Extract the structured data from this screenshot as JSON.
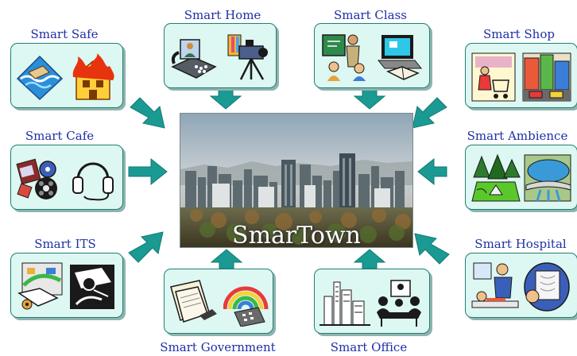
{
  "center": {
    "title": "SmarTown",
    "image": "city-skyline-photo"
  },
  "nodes": {
    "safe": {
      "label": "Smart Safe",
      "icons": [
        "flood-icon",
        "house-fire-icon"
      ]
    },
    "home": {
      "label": "Smart Home",
      "icons": [
        "video-phone-icon",
        "video-camera-icon"
      ]
    },
    "class": {
      "label": "Smart Class",
      "icons": [
        "teacher-classroom-icon",
        "laptop-book-icon"
      ]
    },
    "shop": {
      "label": "Smart Shop",
      "icons": [
        "shopper-cart-icon",
        "storefront-street-icon"
      ]
    },
    "cafe": {
      "label": "Smart Cafe",
      "icons": [
        "film-reel-icon",
        "headphones-icon"
      ]
    },
    "ambience": {
      "label": "Smart Ambience",
      "icons": [
        "forest-camp-icon",
        "dam-lake-icon"
      ]
    },
    "its": {
      "label": "Smart ITS",
      "icons": [
        "traffic-map-icon",
        "car-driver-icon"
      ]
    },
    "hospital": {
      "label": "Smart Hospital",
      "icons": [
        "doctor-patient-icon",
        "xray-doctor-icon"
      ]
    },
    "government": {
      "label": "Smart Government",
      "icons": [
        "documents-icon",
        "rainbow-calculator-icon"
      ]
    },
    "office": {
      "label": "Smart Office",
      "icons": [
        "city-buildings-icon",
        "meeting-room-icon"
      ]
    }
  },
  "colors": {
    "arrow": "#1a9a92",
    "box_fill": "#ddf7f2",
    "box_border": "#1f7f74",
    "label": "#1f2fa6"
  }
}
